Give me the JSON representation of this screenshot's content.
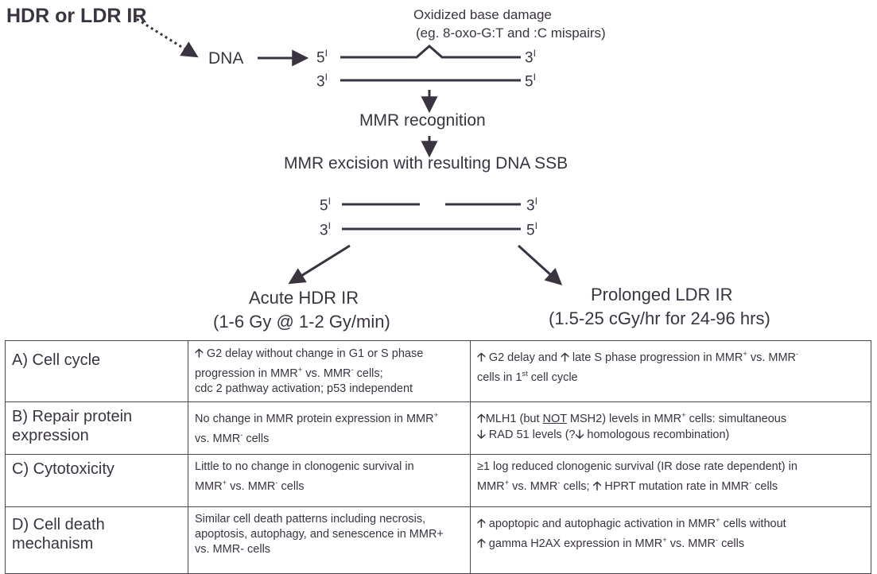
{
  "header": {
    "source_label": "HDR or LDR IR",
    "dna_label": "DNA",
    "damage_label_line1": "Oxidized base damage",
    "damage_label_line2": "(eg. 8-oxo-G:T and :C mispairs)"
  },
  "strand_ends": {
    "five": "5",
    "three": "3",
    "prime": "I"
  },
  "steps": {
    "recognition": "MMR recognition",
    "excision": "MMR excision with resulting DNA SSB"
  },
  "branches": {
    "hdr_title": "Acute HDR IR",
    "hdr_sub": "(1-6 Gy @ 1-2 Gy/min)",
    "ldr_title": "Prolonged LDR IR",
    "ldr_sub": "(1.5-25 cGy/hr for 24-96 hrs)"
  },
  "icons": {
    "up": "arrow-up-icon",
    "down": "arrow-down-icon"
  },
  "table": {
    "rows": [
      {
        "label": "A) Cell cycle",
        "hdr": {
          "l1a": "G2 delay without change in G1 or S phase",
          "l2a": "progression in MMR",
          "l2b": " vs. MMR",
          "l2c": " cells;",
          "l3": "cdc 2 pathway activation; p53 independent"
        },
        "ldr": {
          "l1a": "G2 delay and ",
          "l1b": "late S phase progression in MMR",
          "l1c": " vs. MMR",
          "l2a": "cells in 1",
          "l2b": " cell cycle"
        }
      },
      {
        "label_line1": "B) Repair protein",
        "label_line2": "expression",
        "hdr": {
          "l1a": "No change in MMR protein expression in MMR",
          "l2a": "vs. MMR",
          "l2b": " cells"
        },
        "ldr": {
          "l1a": "MLH1 (but ",
          "l1b": "NOT",
          "l1c": " MSH2) levels in MMR",
          "l1d": " cells: simultaneous",
          "l2a": " RAD 51 levels (?",
          "l2b": " homologous recombination)"
        }
      },
      {
        "label": "C) Cytotoxicity",
        "hdr": {
          "l1": "Little to no change in clonogenic survival in",
          "l2a": "MMR",
          "l2b": " vs. MMR",
          "l2c": " cells"
        },
        "ldr": {
          "l1": "≥1 log reduced clonogenic survival (IR dose rate dependent) in",
          "l2a": "MMR",
          "l2b": " vs. MMR",
          "l2c": " cells; ",
          "l2d": " HPRT mutation rate in MMR",
          "l2e": " cells"
        }
      },
      {
        "label_line1": "D) Cell death",
        "label_line2": "mechanism",
        "hdr": {
          "l1": "Similar cell death patterns including necrosis,",
          "l2": "apoptosis, autophagy, and senescence in MMR+",
          "l3": "vs. MMR- cells"
        },
        "ldr": {
          "l1a": " apoptopic and autophagic activation in MMR",
          "l1b": " cells without",
          "l2a": " gamma H2AX expression in MMR",
          "l2b": " vs. MMR",
          "l2c": " cells"
        }
      }
    ],
    "sup_plus": "+",
    "sup_minus": "-",
    "sup_st": "st",
    "arrow_up": "🡡",
    "arrow_down": "🡣"
  }
}
